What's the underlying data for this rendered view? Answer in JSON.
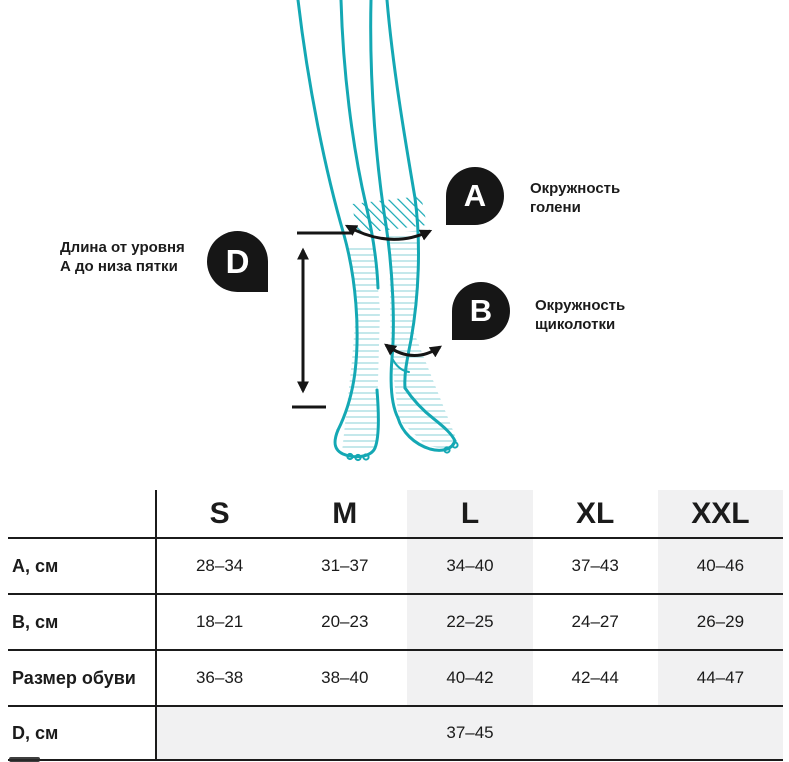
{
  "page": {
    "background": "#ffffff"
  },
  "diagram": {
    "badge_a": "A",
    "badge_b": "B",
    "badge_d": "D",
    "label_a_line1": "Окружность",
    "label_a_line2": "голени",
    "label_b_line1": "Окружность",
    "label_b_line2": "щиколотки",
    "label_d_line1": "Длина от уровня",
    "label_d_line2": "А до низа пятки",
    "colors": {
      "leg_outline": "#14a8b4",
      "sock_stripes": "#b5e2e6",
      "badge": "#161616",
      "measure_arrow": "#151515"
    }
  },
  "size_table": {
    "columns": [
      "S",
      "M",
      "L",
      "XL",
      "XXL"
    ],
    "rows": [
      {
        "label": "А, см",
        "values": [
          "28–34",
          "31–37",
          "34–40",
          "37–43",
          "40–46"
        ]
      },
      {
        "label": "В, см",
        "values": [
          "18–21",
          "20–23",
          "22–25",
          "24–27",
          "26–29"
        ]
      },
      {
        "label": "Размер обуви",
        "values": [
          "36–38",
          "38–40",
          "40–42",
          "42–44",
          "44–47"
        ]
      },
      {
        "label": "D, см",
        "merged_value": "37–45"
      }
    ],
    "shade_color": "#f1f1f2",
    "line_color": "#1b1b1b"
  }
}
